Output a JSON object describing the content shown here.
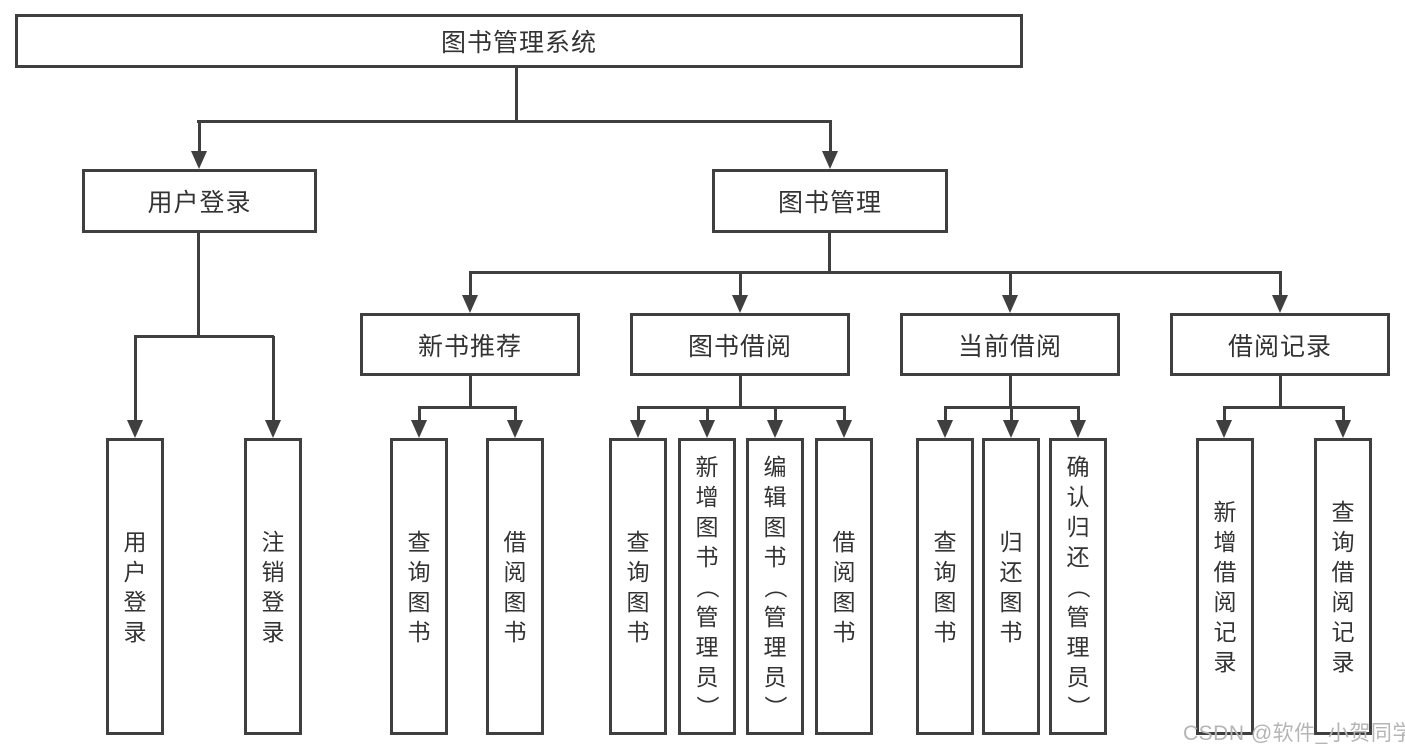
{
  "tree": {
    "root": "图书管理系统",
    "branches": [
      {
        "label": "用户登录",
        "children": [
          "用户登录",
          "注销登录"
        ]
      },
      {
        "label": "图书管理",
        "children": [
          {
            "label": "新书推荐",
            "children": [
              "查询图书",
              "借阅图书"
            ]
          },
          {
            "label": "图书借阅",
            "children": [
              "查询图书",
              "新增图书（管理员）",
              "编辑图书（管理员）",
              "借阅图书"
            ]
          },
          {
            "label": "当前借阅",
            "children": [
              "查询图书",
              "归还图书",
              "确认归还（管理员）"
            ]
          },
          {
            "label": "借阅记录",
            "children": [
              "新增借阅记录",
              "查询借阅记录"
            ]
          }
        ]
      }
    ]
  },
  "watermark": "CSDN @软件_小贺同学",
  "colors": {
    "line": "#3f3f3f",
    "text": "#333333",
    "watermark": "#b5b5b5",
    "background": "#ffffff"
  }
}
